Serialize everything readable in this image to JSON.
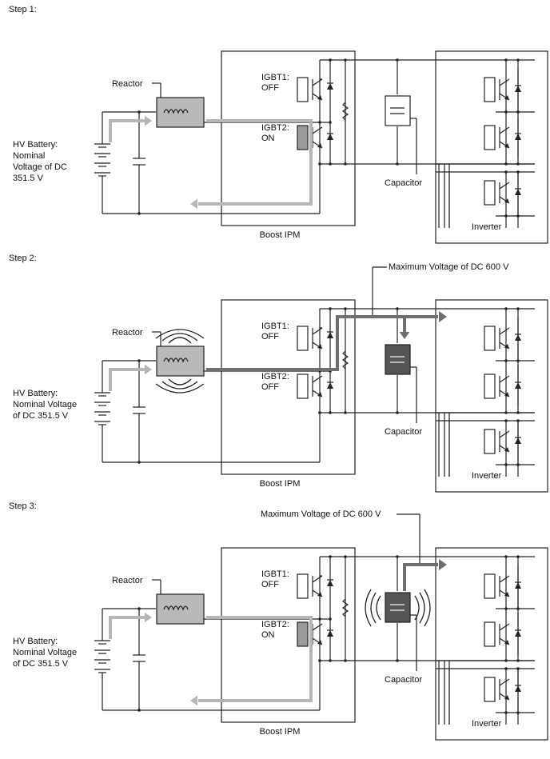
{
  "steps": [
    {
      "title": "Step 1:",
      "reactor_label": "Reactor",
      "battery_label": [
        "HV Battery:",
        "Nominal",
        "Voltage of DC",
        "351.5 V"
      ],
      "igbt1_label": [
        "IGBT1:",
        "OFF"
      ],
      "igbt2_label": [
        "IGBT2:",
        "ON"
      ],
      "capacitor_label": "Capacitor",
      "ipm_label": "Boost IPM",
      "inverter_label": "Inverter",
      "max_voltage_label": "",
      "igbt1_state": "off",
      "igbt2_state": "on",
      "reactor_emitting": false,
      "capacitor_charged": false,
      "capacitor_emitting": false,
      "flow": "charge-reactor"
    },
    {
      "title": "Step 2:",
      "reactor_label": "Reactor",
      "battery_label": [
        "HV Battery:",
        "Nominal Voltage",
        "of DC 351.5 V"
      ],
      "igbt1_label": [
        "IGBT1:",
        "OFF"
      ],
      "igbt2_label": [
        "IGBT2:",
        "OFF"
      ],
      "capacitor_label": "Capacitor",
      "ipm_label": "Boost IPM",
      "inverter_label": "Inverter",
      "max_voltage_label": "Maximum Voltage of DC 600 V",
      "igbt1_state": "off",
      "igbt2_state": "off",
      "reactor_emitting": true,
      "capacitor_charged": true,
      "capacitor_emitting": false,
      "flow": "discharge-reactor"
    },
    {
      "title": "Step 3:",
      "reactor_label": "Reactor",
      "battery_label": [
        "HV Battery:",
        "Nominal Voltage",
        "of DC 351.5 V"
      ],
      "igbt1_label": [
        "IGBT1:",
        "OFF"
      ],
      "igbt2_label": [
        "IGBT2:",
        "ON"
      ],
      "capacitor_label": "Capacitor",
      "ipm_label": "Boost IPM",
      "inverter_label": "Inverter",
      "max_voltage_label": "Maximum Voltage of DC 600 V",
      "igbt1_state": "off",
      "igbt2_state": "on",
      "reactor_emitting": false,
      "capacitor_charged": true,
      "capacitor_emitting": true,
      "flow": "charge-reactor-capacitor-supply"
    }
  ],
  "colors": {
    "flow_light": "#b5b5b5",
    "flow_dark": "#6e6e6e",
    "reactor_fill": "#b9b9b9",
    "igbt_on_fill": "#9a9a9a",
    "capacitor_charged_fill": "#555555"
  }
}
